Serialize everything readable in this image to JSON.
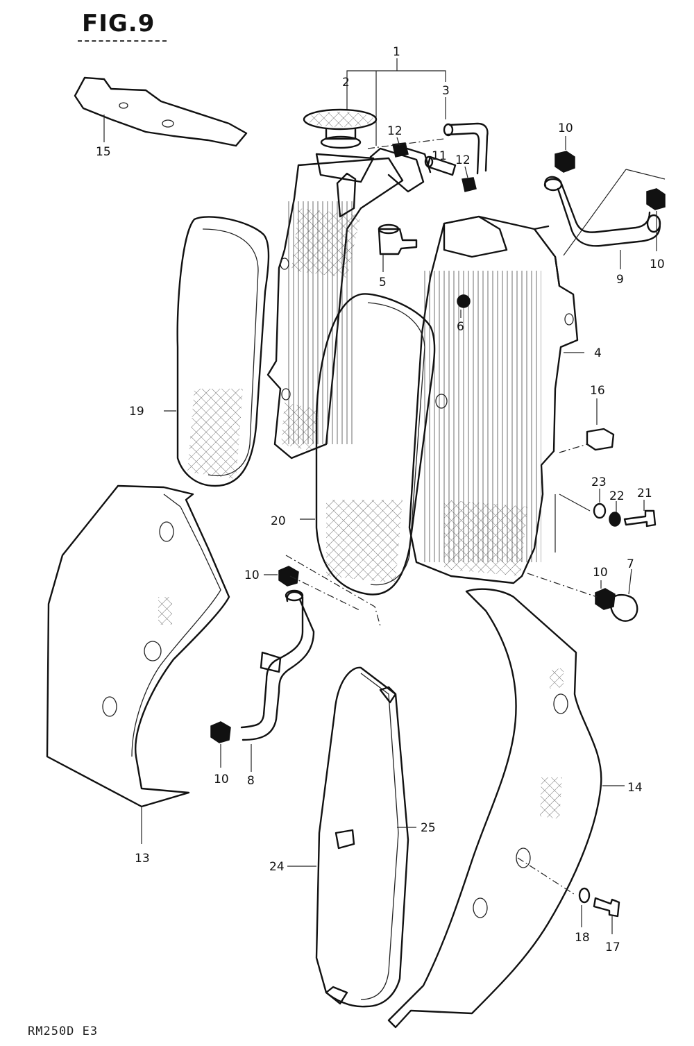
{
  "figure": {
    "title": "FIG.9",
    "model_code": "RM250D  E3"
  },
  "callouts": {
    "c1": "1",
    "c2": "2",
    "c3": "3",
    "c4": "4",
    "c5": "5",
    "c6": "6",
    "c7": "7",
    "c8": "8",
    "c9": "9",
    "c10a": "10",
    "c10b": "10",
    "c10c": "10",
    "c10d": "10",
    "c10e": "10",
    "c11": "11",
    "c12a": "12",
    "c12b": "12",
    "c13": "13",
    "c14": "14",
    "c15": "15",
    "c16": "16",
    "c17": "17",
    "c18": "18",
    "c19": "19",
    "c20": "20",
    "c21": "21",
    "c22": "22",
    "c23": "23",
    "c24": "24",
    "c25": "25"
  }
}
